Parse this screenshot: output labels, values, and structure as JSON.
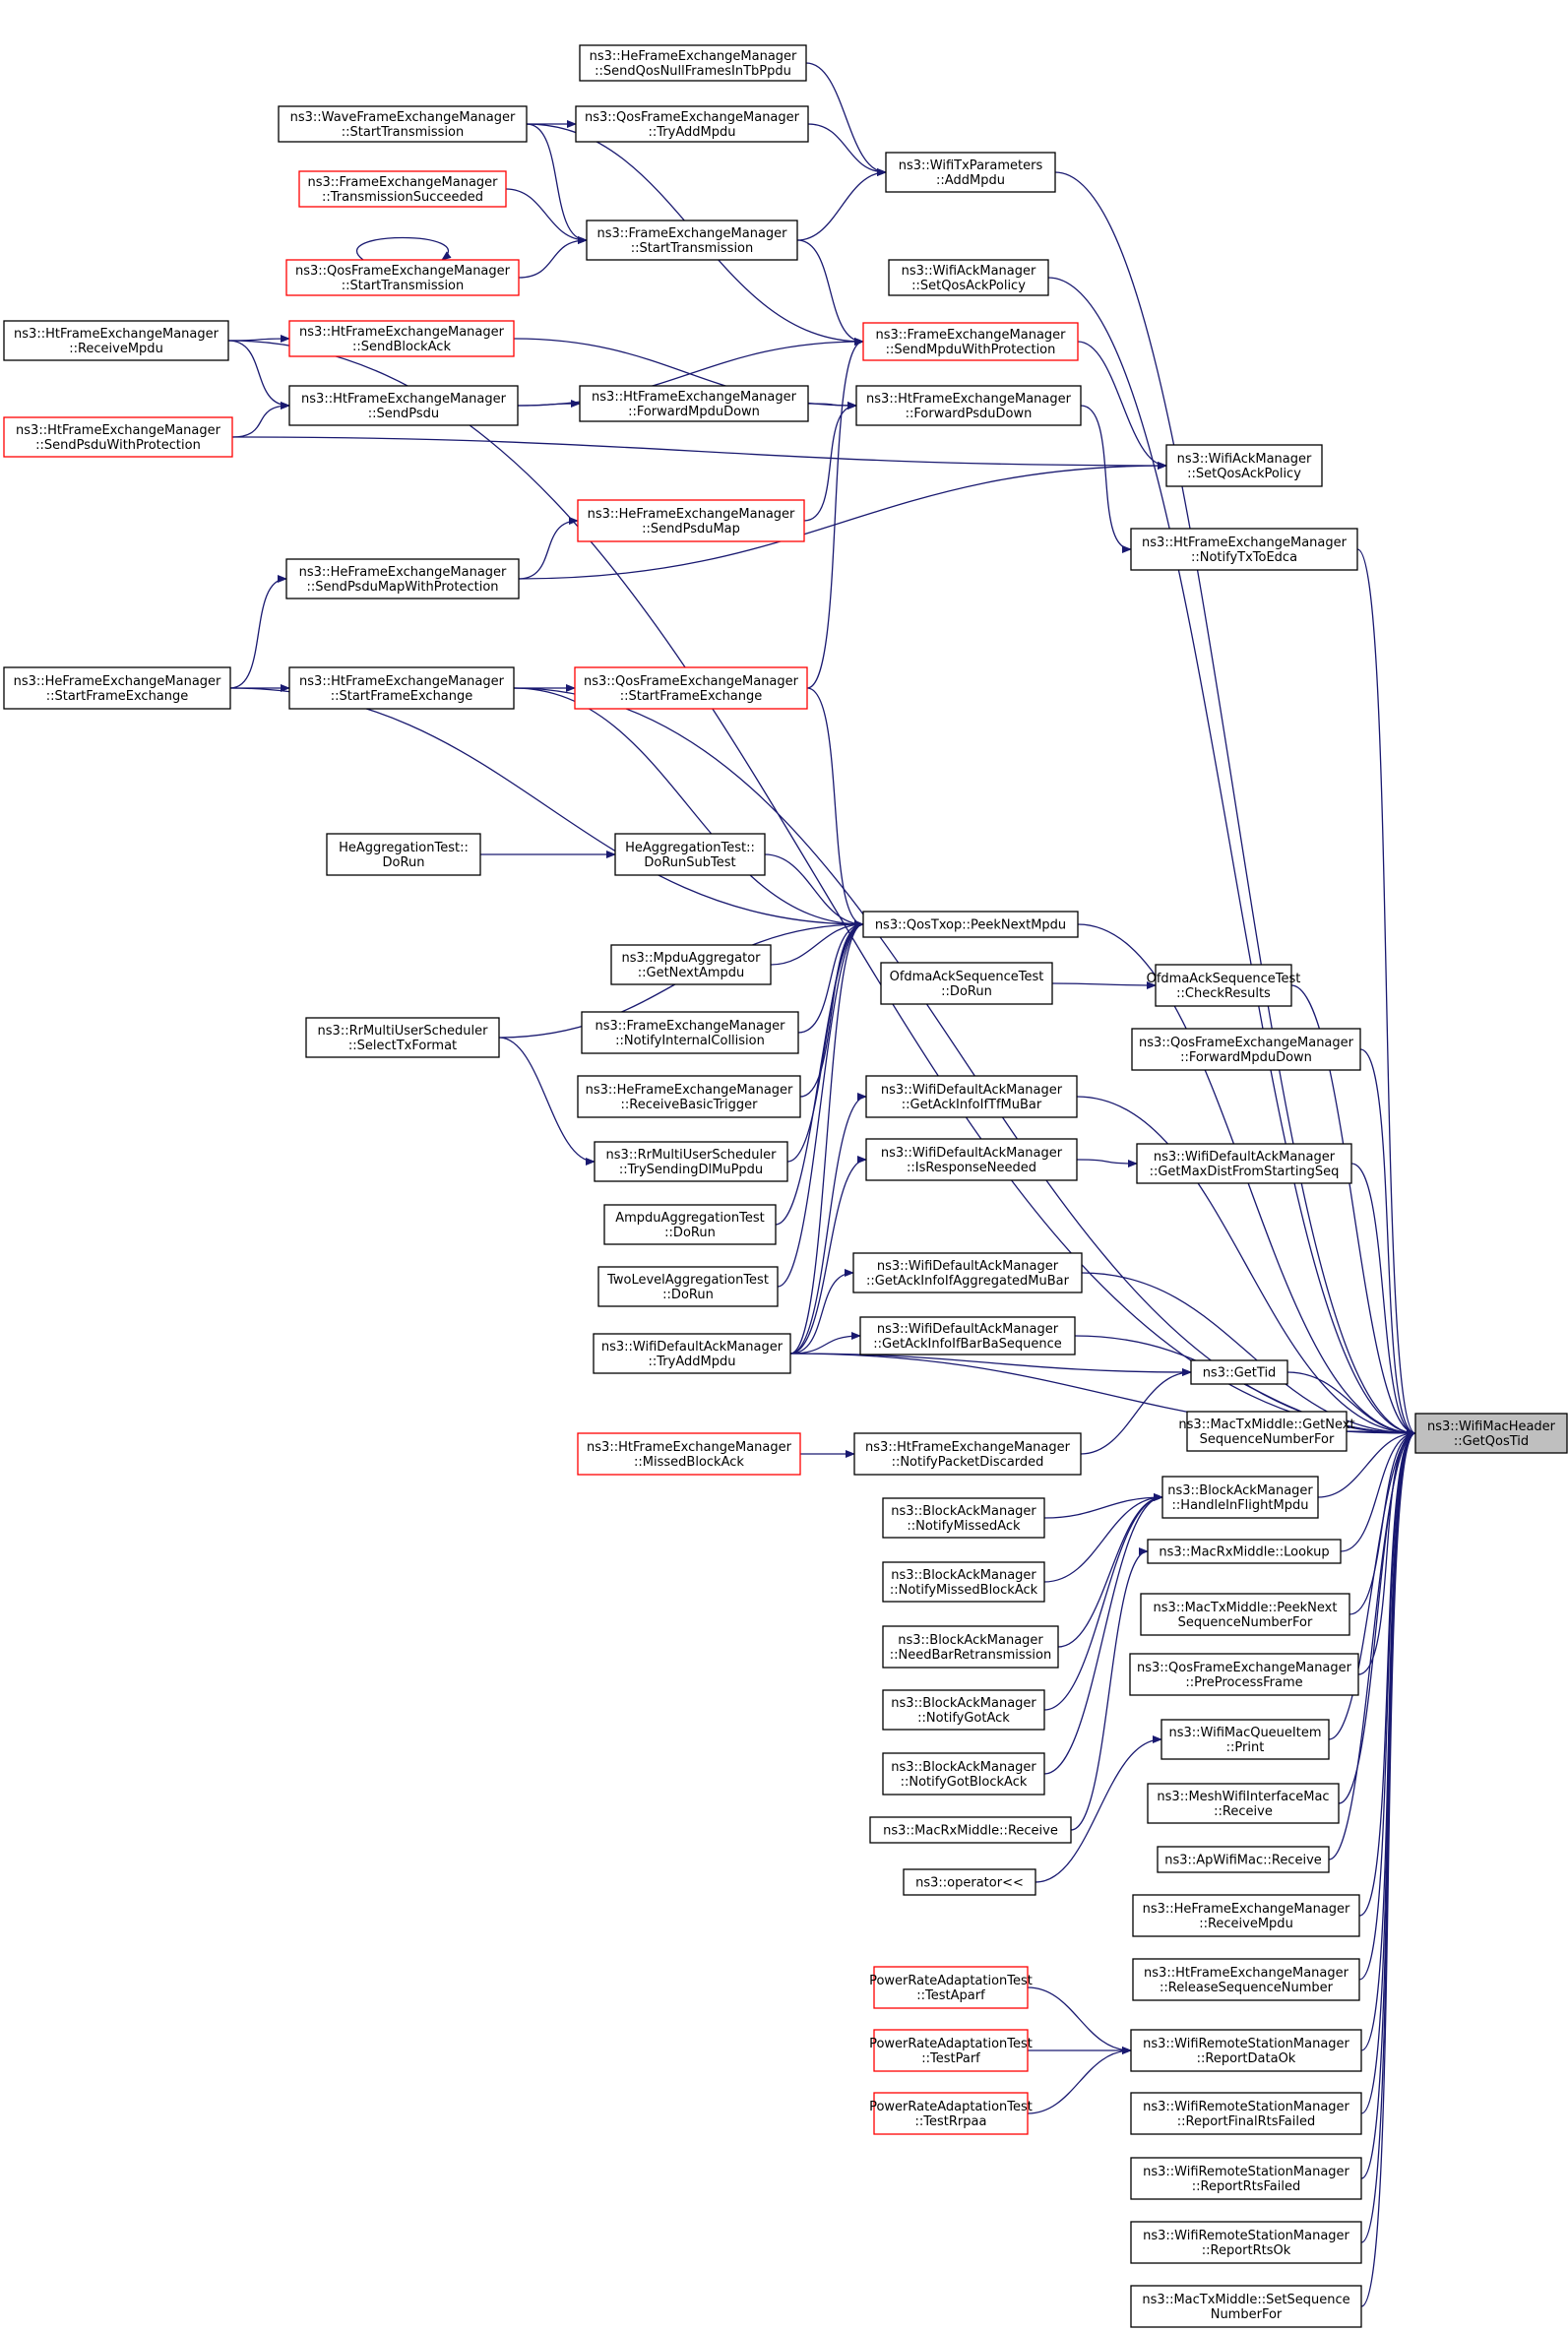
{
  "nodes": [
    {
      "id": "wmh",
      "lines": [
        "ns3::WifiMacHeader",
        "::GetQosTid"
      ],
      "kind": "target"
    },
    {
      "id": "hedSendQos",
      "lines": [
        "ns3::HeFrameExchangeManager",
        "::SendQosNullFramesInTbPpdu"
      ],
      "kind": "normal"
    },
    {
      "id": "waveStart",
      "lines": [
        "ns3::WaveFrameExchangeManager",
        "::StartTransmission"
      ],
      "kind": "normal"
    },
    {
      "id": "qosTryAdd",
      "lines": [
        "ns3::QosFrameExchangeManager",
        "::TryAddMpdu"
      ],
      "kind": "normal"
    },
    {
      "id": "txParamsAdd",
      "lines": [
        "ns3::WifiTxParameters",
        "::AddMpdu"
      ],
      "kind": "normal"
    },
    {
      "id": "fxTxSucc",
      "lines": [
        "ns3::FrameExchangeManager",
        "::TransmissionSucceeded"
      ],
      "kind": "red"
    },
    {
      "id": "fxStartTx",
      "lines": [
        "ns3::FrameExchangeManager",
        "::StartTransmission"
      ],
      "kind": "normal"
    },
    {
      "id": "qosStartTx",
      "lines": [
        "ns3::QosFrameExchangeManager",
        "::StartTransmission"
      ],
      "kind": "red"
    },
    {
      "id": "ackSetQos",
      "lines": [
        "ns3::WifiAckManager",
        "::SetQosAckPolicy"
      ],
      "kind": "normal"
    },
    {
      "id": "htRecv",
      "lines": [
        "ns3::HtFrameExchangeManager",
        "::ReceiveMpdu"
      ],
      "kind": "normal"
    },
    {
      "id": "htSendBA",
      "lines": [
        "ns3::HtFrameExchangeManager",
        "::SendBlockAck"
      ],
      "kind": "red"
    },
    {
      "id": "fxSendMpdu",
      "lines": [
        "ns3::FrameExchangeManager",
        "::SendMpduWithProtection"
      ],
      "kind": "red"
    },
    {
      "id": "htSendPsdu",
      "lines": [
        "ns3::HtFrameExchangeManager",
        "::SendPsdu"
      ],
      "kind": "normal"
    },
    {
      "id": "htFwdMpdu",
      "lines": [
        "ns3::HtFrameExchangeManager",
        "::ForwardMpduDown"
      ],
      "kind": "normal"
    },
    {
      "id": "htFwdPsdu",
      "lines": [
        "ns3::HtFrameExchangeManager",
        "::ForwardPsduDown"
      ],
      "kind": "normal"
    },
    {
      "id": "htSendPsduProt",
      "lines": [
        "ns3::HtFrameExchangeManager",
        "::SendPsduWithProtection"
      ],
      "kind": "red"
    },
    {
      "id": "ackSetQosPsdu",
      "lines": [
        "ns3::WifiAckManager",
        "::SetQosAckPolicy"
      ],
      "kind": "normal"
    },
    {
      "id": "heSendPsduMap",
      "lines": [
        "ns3::HeFrameExchangeManager",
        "::SendPsduMap"
      ],
      "kind": "red"
    },
    {
      "id": "htNotifyEdca",
      "lines": [
        "ns3::HtFrameExchangeManager",
        "::NotifyTxToEdca"
      ],
      "kind": "normal"
    },
    {
      "id": "heSendMapProt",
      "lines": [
        "ns3::HeFrameExchangeManager",
        "::SendPsduMapWithProtection"
      ],
      "kind": "normal"
    },
    {
      "id": "heStartFx",
      "lines": [
        "ns3::HeFrameExchangeManager",
        "::StartFrameExchange"
      ],
      "kind": "normal"
    },
    {
      "id": "htStartFx",
      "lines": [
        "ns3::HtFrameExchangeManager",
        "::StartFrameExchange"
      ],
      "kind": "normal"
    },
    {
      "id": "qosStartFx",
      "lines": [
        "ns3::QosFrameExchangeManager",
        "::StartFrameExchange"
      ],
      "kind": "red"
    },
    {
      "id": "heAggDoRun",
      "lines": [
        "HeAggregationTest::",
        "DoRun"
      ],
      "kind": "normal"
    },
    {
      "id": "heAggSub",
      "lines": [
        "HeAggregationTest::",
        "DoRunSubTest"
      ],
      "kind": "normal"
    },
    {
      "id": "peek",
      "lines": [
        "ns3::QosTxop::PeekNextMpdu"
      ],
      "kind": "normal"
    },
    {
      "id": "mpduAggr",
      "lines": [
        "ns3::MpduAggregator",
        "::GetNextAmpdu"
      ],
      "kind": "normal"
    },
    {
      "id": "ofdmaDoRun",
      "lines": [
        "OfdmaAckSequenceTest",
        "::DoRun"
      ],
      "kind": "normal"
    },
    {
      "id": "ofdmaCheck",
      "lines": [
        "OfdmaAckSequenceTest",
        "::CheckResults"
      ],
      "kind": "normal"
    },
    {
      "id": "rrSelect",
      "lines": [
        "ns3::RrMultiUserScheduler",
        "::SelectTxFormat"
      ],
      "kind": "normal"
    },
    {
      "id": "fxNotifyColl",
      "lines": [
        "ns3::FrameExchangeManager",
        "::NotifyInternalCollision"
      ],
      "kind": "normal"
    },
    {
      "id": "qosFwdMpdu",
      "lines": [
        "ns3::QosFrameExchangeManager",
        "::ForwardMpduDown"
      ],
      "kind": "normal"
    },
    {
      "id": "heRecvTrig",
      "lines": [
        "ns3::HeFrameExchangeManager",
        "::ReceiveBasicTrigger"
      ],
      "kind": "normal"
    },
    {
      "id": "dAckTfMu",
      "lines": [
        "ns3::WifiDefaultAckManager",
        "::GetAckInfoIfTfMuBar"
      ],
      "kind": "normal"
    },
    {
      "id": "rrTrySend",
      "lines": [
        "ns3::RrMultiUserScheduler",
        "::TrySendingDlMuPpdu"
      ],
      "kind": "normal"
    },
    {
      "id": "dAckRespNeeded",
      "lines": [
        "ns3::WifiDefaultAckManager",
        "::IsResponseNeeded"
      ],
      "kind": "normal"
    },
    {
      "id": "dAckMaxDist",
      "lines": [
        "ns3::WifiDefaultAckManager",
        "::GetMaxDistFromStartingSeq"
      ],
      "kind": "normal"
    },
    {
      "id": "ampduDoRun",
      "lines": [
        "AmpduAggregationTest",
        "::DoRun"
      ],
      "kind": "normal"
    },
    {
      "id": "dAckAggrMu",
      "lines": [
        "ns3::WifiDefaultAckManager",
        "::GetAckInfoIfAggregatedMuBar"
      ],
      "kind": "normal"
    },
    {
      "id": "twoLvlDoRun",
      "lines": [
        "TwoLevelAggregationTest",
        "::DoRun"
      ],
      "kind": "normal"
    },
    {
      "id": "dAckBarBa",
      "lines": [
        "ns3::WifiDefaultAckManager",
        "::GetAckInfoIfBarBaSequence"
      ],
      "kind": "normal"
    },
    {
      "id": "dAckTryAdd",
      "lines": [
        "ns3::WifiDefaultAckManager",
        "::TryAddMpdu"
      ],
      "kind": "normal"
    },
    {
      "id": "getTid",
      "lines": [
        "ns3::GetTid"
      ],
      "kind": "normal"
    },
    {
      "id": "txmGetNext",
      "lines": [
        "ns3::MacTxMiddle::GetNext",
        "SequenceNumberFor"
      ],
      "kind": "normal"
    },
    {
      "id": "htMissedBA",
      "lines": [
        "ns3::HtFrameExchangeManager",
        "::MissedBlockAck"
      ],
      "kind": "red"
    },
    {
      "id": "htNotifyDisc",
      "lines": [
        "ns3::HtFrameExchangeManager",
        "::NotifyPacketDiscarded"
      ],
      "kind": "normal"
    },
    {
      "id": "bamHandle",
      "lines": [
        "ns3::BlockAckManager",
        "::HandleInFlightMpdu"
      ],
      "kind": "normal"
    },
    {
      "id": "bamMissedAck",
      "lines": [
        "ns3::BlockAckManager",
        "::NotifyMissedAck"
      ],
      "kind": "normal"
    },
    {
      "id": "rxmLookup",
      "lines": [
        "ns3::MacRxMiddle::Lookup"
      ],
      "kind": "normal"
    },
    {
      "id": "bamMissedBA",
      "lines": [
        "ns3::BlockAckManager",
        "::NotifyMissedBlockAck"
      ],
      "kind": "normal"
    },
    {
      "id": "txmPeek",
      "lines": [
        "ns3::MacTxMiddle::PeekNext",
        "SequenceNumberFor"
      ],
      "kind": "normal"
    },
    {
      "id": "bamNeedBar",
      "lines": [
        "ns3::BlockAckManager",
        "::NeedBarRetransmission"
      ],
      "kind": "normal"
    },
    {
      "id": "qosPreProc",
      "lines": [
        "ns3::QosFrameExchangeManager",
        "::PreProcessFrame"
      ],
      "kind": "normal"
    },
    {
      "id": "bamGotAck",
      "lines": [
        "ns3::BlockAckManager",
        "::NotifyGotAck"
      ],
      "kind": "normal"
    },
    {
      "id": "queuePrint",
      "lines": [
        "ns3::WifiMacQueueItem",
        "::Print"
      ],
      "kind": "normal"
    },
    {
      "id": "bamGotBA",
      "lines": [
        "ns3::BlockAckManager",
        "::NotifyGotBlockAck"
      ],
      "kind": "normal"
    },
    {
      "id": "meshRecv",
      "lines": [
        "ns3::MeshWifiInterfaceMac",
        "::Receive"
      ],
      "kind": "normal"
    },
    {
      "id": "rxmRecv",
      "lines": [
        "ns3::MacRxMiddle::Receive"
      ],
      "kind": "normal"
    },
    {
      "id": "apRecv",
      "lines": [
        "ns3::ApWifiMac::Receive"
      ],
      "kind": "normal"
    },
    {
      "id": "opLShift",
      "lines": [
        "ns3::operator<<"
      ],
      "kind": "normal"
    },
    {
      "id": "heRecvMpdu",
      "lines": [
        "ns3::HeFrameExchangeManager",
        "::ReceiveMpdu"
      ],
      "kind": "normal"
    },
    {
      "id": "pwrAparf",
      "lines": [
        "PowerRateAdaptationTest",
        "::TestAparf"
      ],
      "kind": "red"
    },
    {
      "id": "htRelSeq",
      "lines": [
        "ns3::HtFrameExchangeManager",
        "::ReleaseSequenceNumber"
      ],
      "kind": "normal"
    },
    {
      "id": "pwrParf",
      "lines": [
        "PowerRateAdaptationTest",
        "::TestParf"
      ],
      "kind": "red"
    },
    {
      "id": "rsmReportOk",
      "lines": [
        "ns3::WifiRemoteStationManager",
        "::ReportDataOk"
      ],
      "kind": "normal"
    },
    {
      "id": "pwrRrpaa",
      "lines": [
        "PowerRateAdaptationTest",
        "::TestRrpaa"
      ],
      "kind": "red"
    },
    {
      "id": "rsmFinalRts",
      "lines": [
        "ns3::WifiRemoteStationManager",
        "::ReportFinalRtsFailed"
      ],
      "kind": "normal"
    },
    {
      "id": "rsmRtsFailed",
      "lines": [
        "ns3::WifiRemoteStationManager",
        "::ReportRtsFailed"
      ],
      "kind": "normal"
    },
    {
      "id": "rsmRtsOk",
      "lines": [
        "ns3::WifiRemoteStationManager",
        "::ReportRtsOk"
      ],
      "kind": "normal"
    },
    {
      "id": "txmSetSeq",
      "lines": [
        "ns3::MacTxMiddle::SetSequence",
        "NumberFor"
      ],
      "kind": "normal"
    }
  ],
  "edges": [
    [
      "htRecv",
      "wmh"
    ],
    [
      "txParamsAdd",
      "wmh"
    ],
    [
      "ackSetQos",
      "wmh"
    ],
    [
      "htNotifyEdca",
      "wmh"
    ],
    [
      "htStartFx",
      "wmh"
    ],
    [
      "peek",
      "wmh"
    ],
    [
      "ofdmaCheck",
      "wmh"
    ],
    [
      "qosFwdMpdu",
      "wmh"
    ],
    [
      "dAckTfMu",
      "wmh"
    ],
    [
      "dAckMaxDist",
      "wmh"
    ],
    [
      "dAckTryAdd",
      "wmh"
    ],
    [
      "dAckAggrMu",
      "wmh"
    ],
    [
      "dAckBarBa",
      "wmh"
    ],
    [
      "getTid",
      "wmh"
    ],
    [
      "txmGetNext",
      "wmh"
    ],
    [
      "bamHandle",
      "wmh"
    ],
    [
      "rxmLookup",
      "wmh"
    ],
    [
      "txmPeek",
      "wmh"
    ],
    [
      "qosPreProc",
      "wmh"
    ],
    [
      "queuePrint",
      "wmh"
    ],
    [
      "meshRecv",
      "wmh"
    ],
    [
      "apRecv",
      "wmh"
    ],
    [
      "heRecvMpdu",
      "wmh"
    ],
    [
      "htRelSeq",
      "wmh"
    ],
    [
      "rsmReportOk",
      "wmh"
    ],
    [
      "rsmFinalRts",
      "wmh"
    ],
    [
      "rsmRtsFailed",
      "wmh"
    ],
    [
      "rsmRtsOk",
      "wmh"
    ],
    [
      "txmSetSeq",
      "wmh"
    ],
    [
      "hedSendQos",
      "txParamsAdd"
    ],
    [
      "waveStart",
      "qosTryAdd"
    ],
    [
      "qosTryAdd",
      "txParamsAdd"
    ],
    [
      "waveStart",
      "fxStartTx"
    ],
    [
      "waveStart",
      "fxSendMpdu"
    ],
    [
      "fxTxSucc",
      "fxStartTx"
    ],
    [
      "qosStartTx",
      "fxStartTx"
    ],
    [
      "qosStartTx",
      "qosStartTx"
    ],
    [
      "fxStartTx",
      "txParamsAdd"
    ],
    [
      "fxStartTx",
      "fxSendMpdu"
    ],
    [
      "htRecv",
      "htSendBA"
    ],
    [
      "htRecv",
      "htSendPsdu"
    ],
    [
      "htSendBA",
      "htFwdPsdu"
    ],
    [
      "htSendPsdu",
      "fxSendMpdu"
    ],
    [
      "htSendPsdu",
      "htFwdMpdu"
    ],
    [
      "htFwdMpdu",
      "htFwdPsdu"
    ],
    [
      "htSendPsduProt",
      "htSendPsdu"
    ],
    [
      "htSendPsduProt",
      "ackSetQosPsdu"
    ],
    [
      "fxSendMpdu",
      "ackSetQosPsdu"
    ],
    [
      "htFwdPsdu",
      "htNotifyEdca"
    ],
    [
      "heSendPsduMap",
      "htFwdPsdu"
    ],
    [
      "heSendMapProt",
      "heSendPsduMap"
    ],
    [
      "heSendMapProt",
      "ackSetQosPsdu"
    ],
    [
      "heStartFx",
      "heSendMapProt"
    ],
    [
      "heStartFx",
      "htStartFx"
    ],
    [
      "htStartFx",
      "qosStartFx"
    ],
    [
      "qosStartFx",
      "fxSendMpdu"
    ],
    [
      "heStartFx",
      "peek"
    ],
    [
      "htStartFx",
      "peek"
    ],
    [
      "qosStartFx",
      "peek"
    ],
    [
      "heAggDoRun",
      "heAggSub"
    ],
    [
      "heAggSub",
      "peek"
    ],
    [
      "mpduAggr",
      "peek"
    ],
    [
      "rrSelect",
      "peek"
    ],
    [
      "rrSelect",
      "rrTrySend"
    ],
    [
      "fxNotifyColl",
      "peek"
    ],
    [
      "heRecvTrig",
      "peek"
    ],
    [
      "rrTrySend",
      "peek"
    ],
    [
      "ampduDoRun",
      "peek"
    ],
    [
      "twoLvlDoRun",
      "peek"
    ],
    [
      "dAckTryAdd",
      "peek"
    ],
    [
      "ofdmaDoRun",
      "ofdmaCheck"
    ],
    [
      "dAckTryAdd",
      "dAckTfMu"
    ],
    [
      "dAckTryAdd",
      "dAckRespNeeded"
    ],
    [
      "dAckRespNeeded",
      "dAckMaxDist"
    ],
    [
      "dAckTryAdd",
      "dAckAggrMu"
    ],
    [
      "dAckTryAdd",
      "dAckBarBa"
    ],
    [
      "dAckTryAdd",
      "getTid"
    ],
    [
      "htNotifyDisc",
      "getTid"
    ],
    [
      "htMissedBA",
      "htNotifyDisc"
    ],
    [
      "bamMissedAck",
      "bamHandle"
    ],
    [
      "bamMissedBA",
      "bamHandle"
    ],
    [
      "bamNeedBar",
      "bamHandle"
    ],
    [
      "bamGotAck",
      "bamHandle"
    ],
    [
      "bamGotBA",
      "bamHandle"
    ],
    [
      "rxmRecv",
      "rxmLookup"
    ],
    [
      "opLShift",
      "queuePrint"
    ],
    [
      "pwrAparf",
      "rsmReportOk"
    ],
    [
      "pwrParf",
      "rsmReportOk"
    ],
    [
      "pwrRrpaa",
      "rsmReportOk"
    ]
  ]
}
